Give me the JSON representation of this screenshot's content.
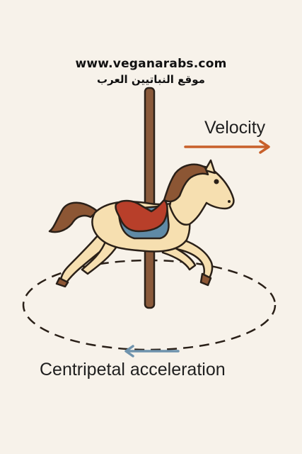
{
  "watermark": {
    "url": "www.veganarabs.com",
    "arabic": "موقع النباتيين العرب"
  },
  "labels": {
    "velocity": "Velocity",
    "centripetal": "Centripetal acceleration"
  },
  "colors": {
    "background": "#f7f2ea",
    "velocity_arrow": "#c8602a",
    "acceleration_arrow": "#6f93ad",
    "pole": "#8a5a3b",
    "horse_body": "#f6dfb0",
    "horse_mane": "#8c5634",
    "saddle": "#b83f2a",
    "saddle_blanket": "#5f8aa6",
    "outline": "#2a2018"
  }
}
